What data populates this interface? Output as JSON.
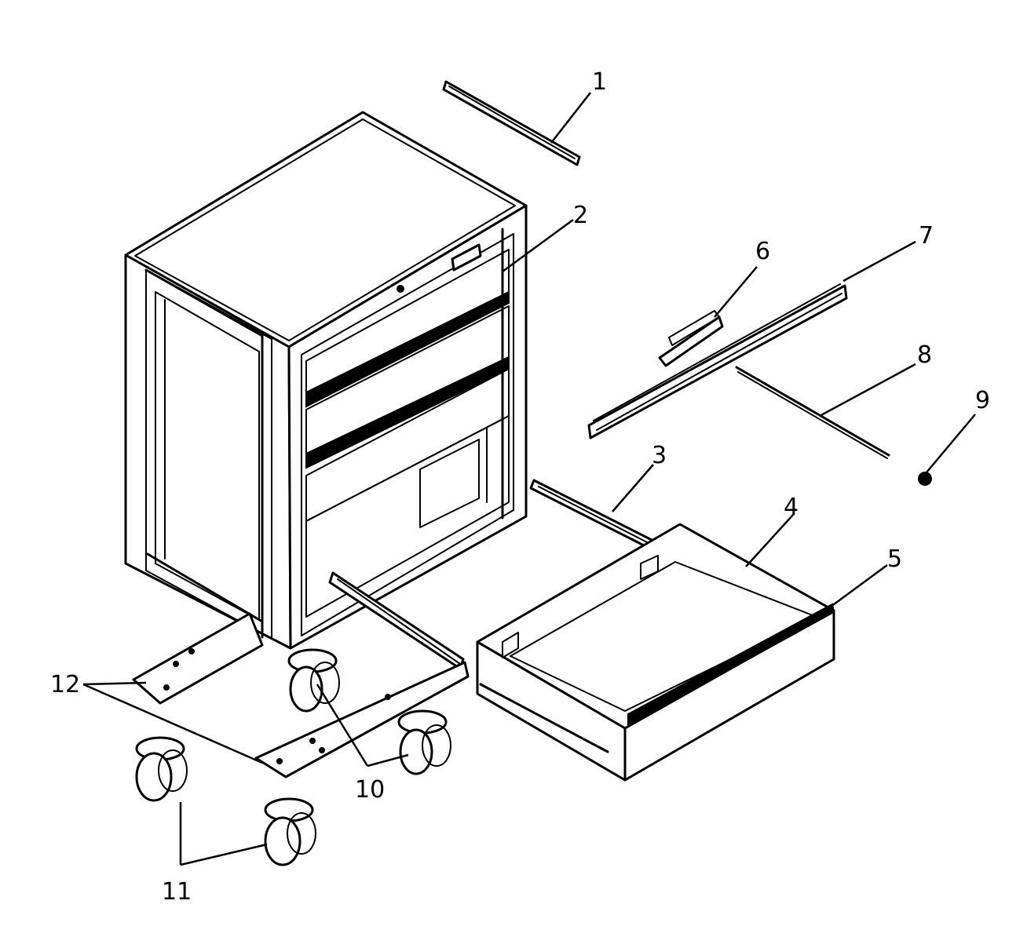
{
  "callouts": [
    {
      "id": "1",
      "text": "1"
    },
    {
      "id": "2",
      "text": "2"
    },
    {
      "id": "3",
      "text": "3"
    },
    {
      "id": "4",
      "text": "4"
    },
    {
      "id": "5",
      "text": "5"
    },
    {
      "id": "6",
      "text": "6"
    },
    {
      "id": "7",
      "text": "7"
    },
    {
      "id": "8",
      "text": "8"
    },
    {
      "id": "9",
      "text": "9"
    },
    {
      "id": "10",
      "text": "10"
    },
    {
      "id": "11",
      "text": "11"
    },
    {
      "id": "12",
      "text": "12"
    }
  ],
  "colors": {
    "ink": "#000000",
    "paper": "#ffffff"
  }
}
